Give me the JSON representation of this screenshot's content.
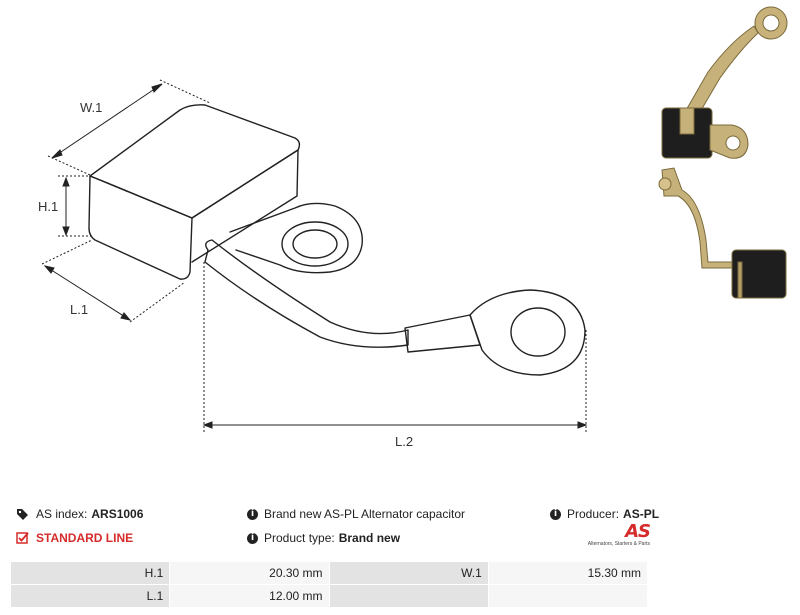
{
  "drawing": {
    "label_w1": "W.1",
    "label_h1": "H.1",
    "label_l1": "L.1",
    "label_l2": "L.2"
  },
  "info": {
    "as_index_label": "AS index:",
    "as_index_value": "ARS1006",
    "line_label": "STANDARD LINE",
    "description": "Brand new AS-PL Alternator capacitor",
    "product_type_label": "Product type:",
    "product_type_value": "Brand new",
    "producer_label": "Producer:",
    "producer_value": "AS-PL"
  },
  "logo": {
    "mark": "AS",
    "tagline": "Alternators, Starters & Parts"
  },
  "dimensions": {
    "rows": [
      {
        "label1": "H.1",
        "value1": "20.30 mm",
        "label2": "W.1",
        "value2": "15.30 mm"
      },
      {
        "label1": "L.1",
        "value1": "12.00 mm",
        "label2": "",
        "value2": ""
      }
    ]
  },
  "colors": {
    "accent_red": "#d52b2b",
    "table_label_bg": "#e3e3e3",
    "table_value_bg": "#f6f6f6"
  }
}
